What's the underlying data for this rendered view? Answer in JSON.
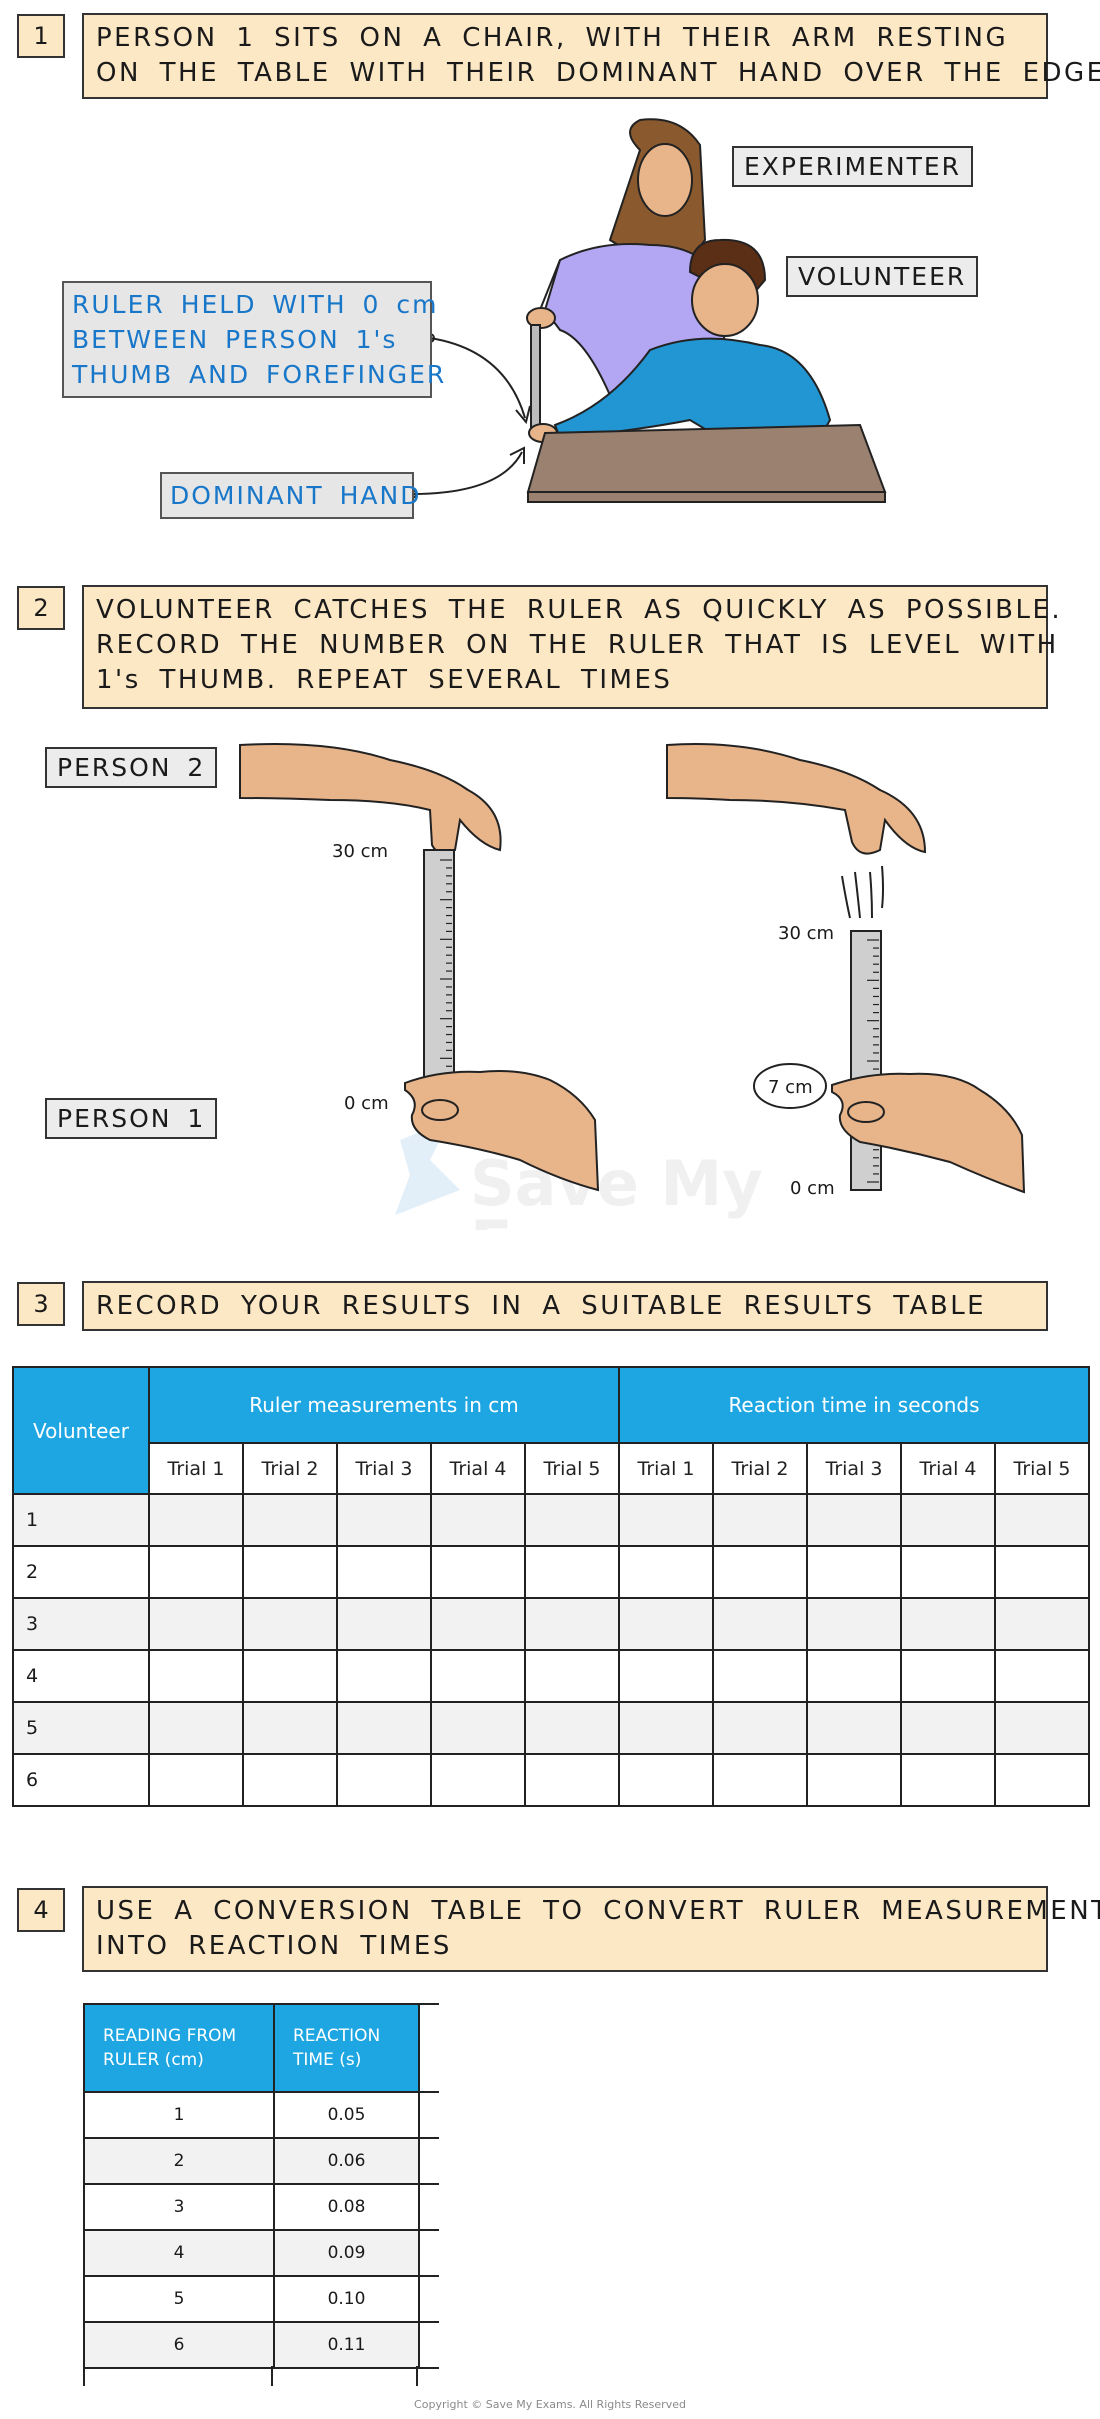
{
  "step1": {
    "number": "1",
    "lines": [
      "PERSON 1 SITS ON A CHAIR, WITH THEIR ARM RESTING",
      "ON THE TABLE WITH THEIR DOMINANT HAND OVER THE EDGE"
    ],
    "labels": {
      "experimenter": "EXPERIMENTER",
      "volunteer": "VOLUNTEER",
      "ruler_note": [
        "RULER HELD WITH 0 cm",
        "BETWEEN PERSON 1's",
        "THUMB AND FOREFINGER"
      ],
      "dominant_hand": "DOMINANT HAND"
    }
  },
  "step2": {
    "number": "2",
    "lines": [
      "VOLUNTEER CATCHES THE RULER AS QUICKLY AS POSSIBLE.",
      "RECORD THE NUMBER ON THE RULER THAT IS LEVEL WITH",
      "1's THUMB. REPEAT SEVERAL TIMES"
    ],
    "labels": {
      "person2": "PERSON 2",
      "person1": "PERSON 1",
      "left_top": "30 cm",
      "left_bottom": "0 cm",
      "right_top": "30 cm",
      "right_bottom": "0 cm",
      "caught": "7 cm"
    }
  },
  "watermark": [
    "Save My",
    "Exams"
  ],
  "step3": {
    "number": "3",
    "lines": [
      "RECORD YOUR RESULTS IN A SUITABLE RESULTS TABLE"
    ]
  },
  "results_table": {
    "row_header": "Volunteer",
    "group1": "Ruler measurements in cm",
    "group2": "Reaction time in seconds",
    "trials": [
      "Trial 1",
      "Trial 2",
      "Trial 3",
      "Trial 4",
      "Trial 5",
      "Trial 1",
      "Trial 2",
      "Trial 3",
      "Trial 4",
      "Trial 5"
    ],
    "rows": [
      "1",
      "2",
      "3",
      "4",
      "5",
      "6"
    ]
  },
  "step4": {
    "number": "4",
    "lines": [
      "USE A CONVERSION TABLE TO CONVERT RULER MEASUREMENTS",
      "INTO REACTION TIMES"
    ]
  },
  "conversion_table": {
    "col1": [
      "READING FROM",
      "RULER (cm)"
    ],
    "col2": [
      "REACTION",
      "TIME (s)"
    ],
    "rows": [
      {
        "reading": "1",
        "time": "0.05"
      },
      {
        "reading": "2",
        "time": "0.06"
      },
      {
        "reading": "3",
        "time": "0.08"
      },
      {
        "reading": "4",
        "time": "0.09"
      },
      {
        "reading": "5",
        "time": "0.10"
      },
      {
        "reading": "6",
        "time": "0.11"
      }
    ]
  },
  "footer": "Copyright © Save My Exams. All Rights Reserved",
  "colors": {
    "step_fill": "#fde8c6",
    "header_blue": "#1ea6e2",
    "note_blue": "#1877c8",
    "skin": "#e8b48a",
    "experimenter_shirt": "#b3a6f2",
    "volunteer_shirt": "#2196d3",
    "table_top": "#9a8170"
  }
}
